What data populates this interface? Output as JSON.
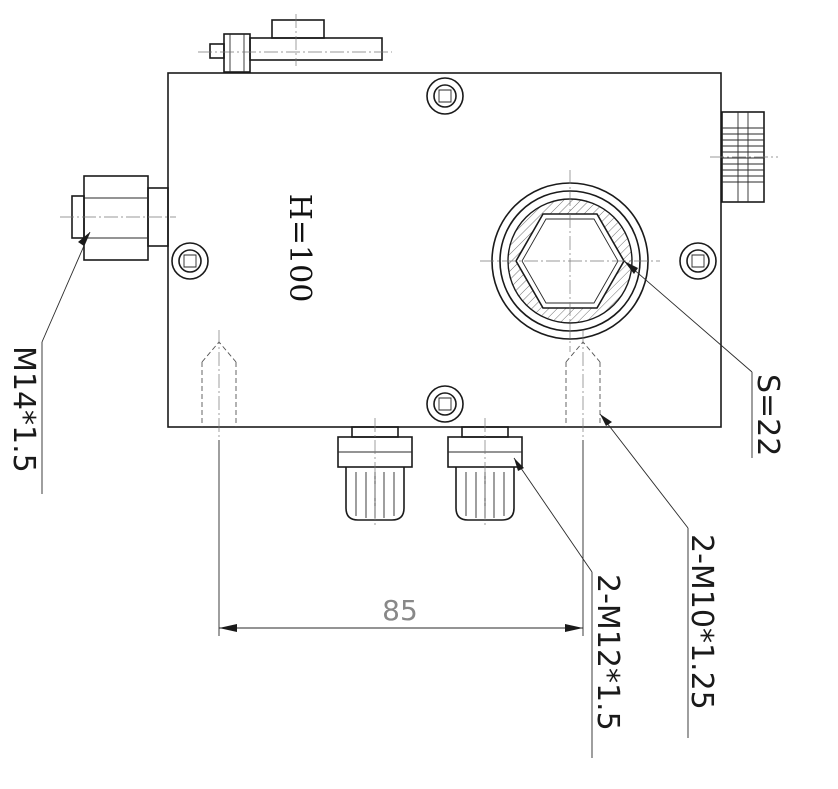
{
  "drawing": {
    "height_label": "H=100",
    "dimension_label": "85",
    "callouts": {
      "m14": "M14*1.5",
      "s22": "S=22",
      "m10": "2-M10*1.25",
      "m12": "2-M12*1.5"
    }
  }
}
